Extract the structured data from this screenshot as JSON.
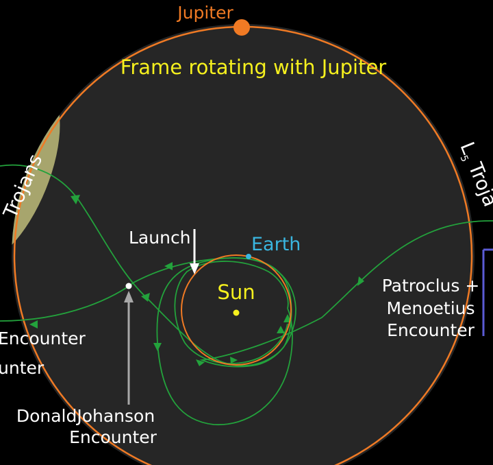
{
  "colors": {
    "background": "#000000",
    "frame": "#262626",
    "jupiter_orbit": "#f07a24",
    "jupiter": "#f07a24",
    "trojan_cloud": "#a7a56d",
    "trajectory": "#23a23c",
    "earth_orbit": "#f07a24",
    "earth": "#3ab6e0",
    "sun": "#f5f01e",
    "title": "#f5f01e",
    "label": "#ffffff",
    "pointer": "#a8a8a8",
    "blue_bar": "#5b5bd6"
  },
  "labels": {
    "title": "Frame rotating with Jupiter",
    "jupiter": "Jupiter",
    "sun": "Sun",
    "earth": "Earth",
    "launch": "Launch",
    "l4_trojans": "Trojans",
    "l5_letter": "L",
    "l5_sub": "5",
    "l5_trojans": "Troja",
    "patroclus_line1": "Patroclus +",
    "patroclus_line2": "Menoetius",
    "patroclus_line3": "Encounter",
    "donald_line1": "DonaldJohanson",
    "donald_line2": "Encounter",
    "left_encounter_1": "Encounter",
    "left_encounter_2": "unter"
  }
}
